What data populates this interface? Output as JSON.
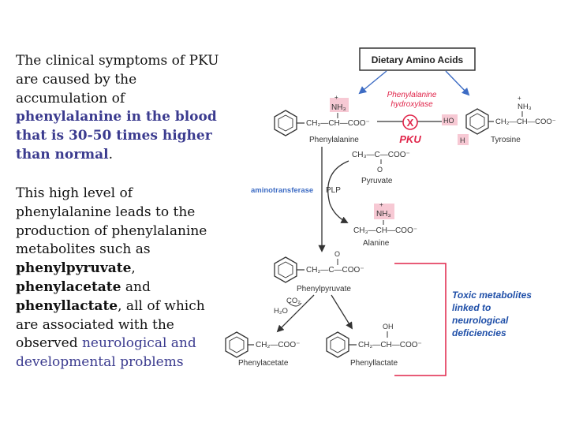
{
  "text": {
    "p1_a": "The clinical symptoms of PKU are caused by the accumulation of ",
    "p1_hl": "phenylalanine in the blood that is 30-50 times higher than normal",
    "p1_end": ".",
    "p2_a": "This high level of phenylalanine leads to the production of phenylalanine metabolites such as ",
    "p2_b1": "phenylpyruvate",
    "p2_c1": ", ",
    "p2_b2": "phenylacetate",
    "p2_c2": " and ",
    "p2_b3": "phenyllactate",
    "p2_c3": ", all of which are associated with the observed ",
    "p2_hl": "neurological and developmental problems"
  },
  "diagram": {
    "dietary_amino_acids": "Dietary Amino Acids",
    "phenylalanine": "Phenylalanine",
    "enzyme_line1": "Phenylalanine",
    "enzyme_line2": "hydroxylase",
    "block_mark": "X",
    "pku": "PKU",
    "tyrosine": "Tyrosine",
    "pyruvate": "Pyruvate",
    "aminotransferase": "aminotransferase",
    "plp": "PLP",
    "alanine": "Alanine",
    "phenylpyruvate": "Phenylpyruvate",
    "co2": "CO₂",
    "h2o": "H₂O",
    "phenylacetate": "Phenylacetate",
    "phenyllactate": "Phenyllactate",
    "toxic_line1": "Toxic metabolites",
    "toxic_line2": "linked to",
    "toxic_line3": "neurological",
    "toxic_line4": "deficiencies",
    "ch2_ch_coo": "CH₂—CH—COO⁻",
    "ch2_c_coo": "CH₂—C—COO⁻",
    "ch3_ch_coo": "CH₃—CH—COO⁻",
    "ch3_c_coo": "CH₃—C—COO⁻",
    "ch2_coo": "CH₂—COO⁻",
    "nh3": "NH₃",
    "nh3_plus": "+",
    "o": "O",
    "oh": "OH",
    "ho": "HO",
    "h": "H"
  },
  "colors": {
    "enzyme_red": "#e0254a",
    "toxic_blue": "#1f4fa8",
    "arrow_blue": "#3d6cc4",
    "highlight_pink": "#f7c9d4",
    "box_border": "#333333"
  }
}
